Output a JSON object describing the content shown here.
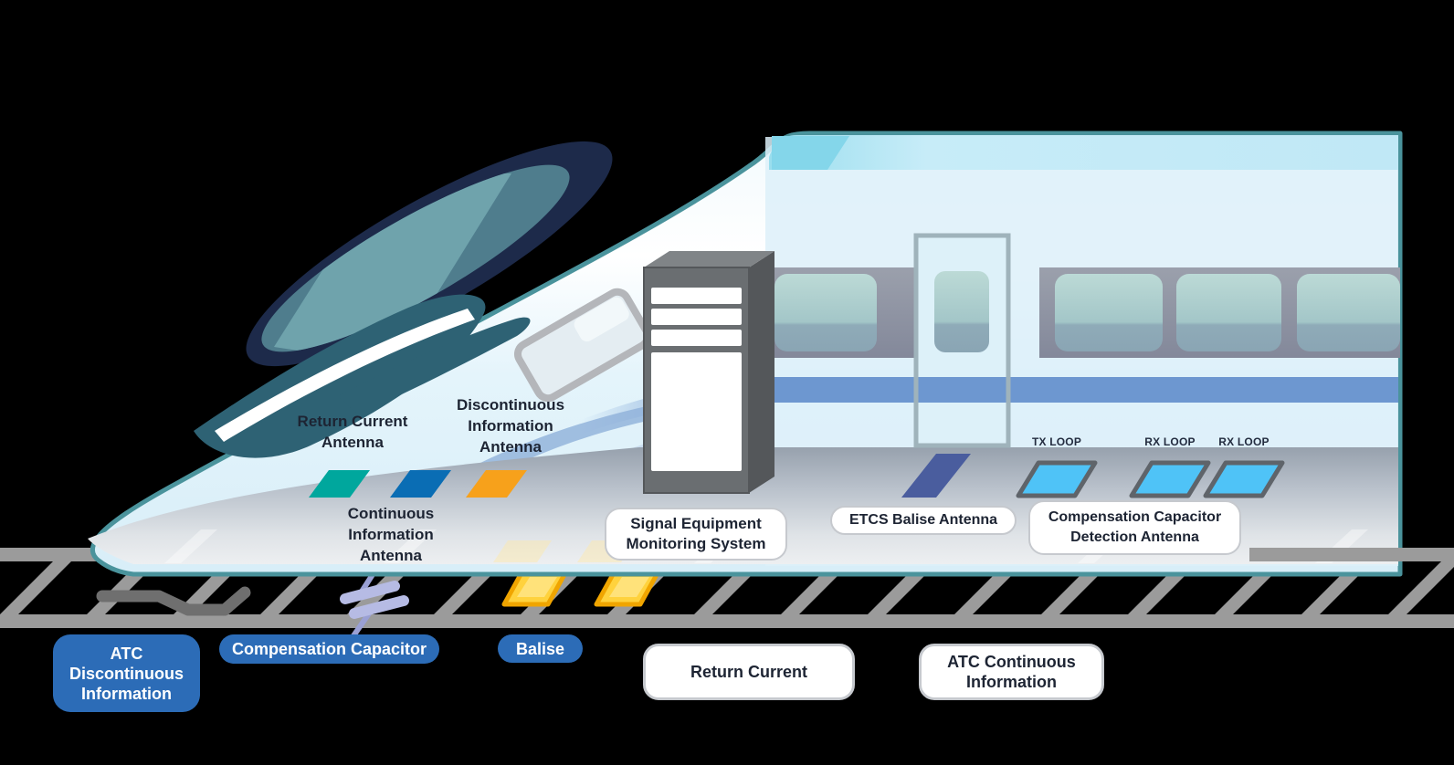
{
  "diagram": {
    "train_labels": {
      "return_current_antenna": "Return Current\nAntenna",
      "discontinuous_information_antenna": "Discontinuous\nInformation\nAntenna",
      "continuous_information_antenna": "Continuous\nInformation\nAntenna",
      "tx_loop": "TX LOOP",
      "rx_loop_1": "RX LOOP",
      "rx_loop_2": "RX LOOP"
    },
    "callout_boxes": {
      "signal_equipment_monitoring_system": "Signal Equipment\nMonitoring System",
      "etcs_balise_antenna": "ETCS Balise Antenna",
      "compensation_capacitor_detection_antenna": "Compensation Capacitor\nDetection Antenna"
    },
    "legend": {
      "atc_discontinuous_information": "ATC\nDiscontinuous\nInformation",
      "compensation_capacitor": "Compensation Capacitor",
      "balise": "Balise",
      "return_current": "Return Current",
      "atc_continuous_information": "ATC Continuous\nInformation"
    },
    "icon_colors": {
      "train_outline_teal": "#4a939c",
      "windshield_navy": "#1d2a4a",
      "windshield_glass": "#4f7d8d",
      "nose_panel_teal": "#2e6274",
      "return_current_antenna": "#00a79d",
      "discontinuous_antenna": "#0a6db4",
      "continuous_antenna": "#f7a11b",
      "etcs_antenna_indigo": "#4a5d9e",
      "loop_cyan": "#4fc3f7",
      "balise_yellow": "#ffd23d",
      "balise_border": "#f0a500",
      "capacitor_lavender": "#b6bbe4",
      "rail_gray": "#9b9b9b",
      "cable_gray": "#6f6f6f",
      "legend_blue": "#2c6cb7",
      "stripe_blue": "#6d97d0"
    }
  }
}
